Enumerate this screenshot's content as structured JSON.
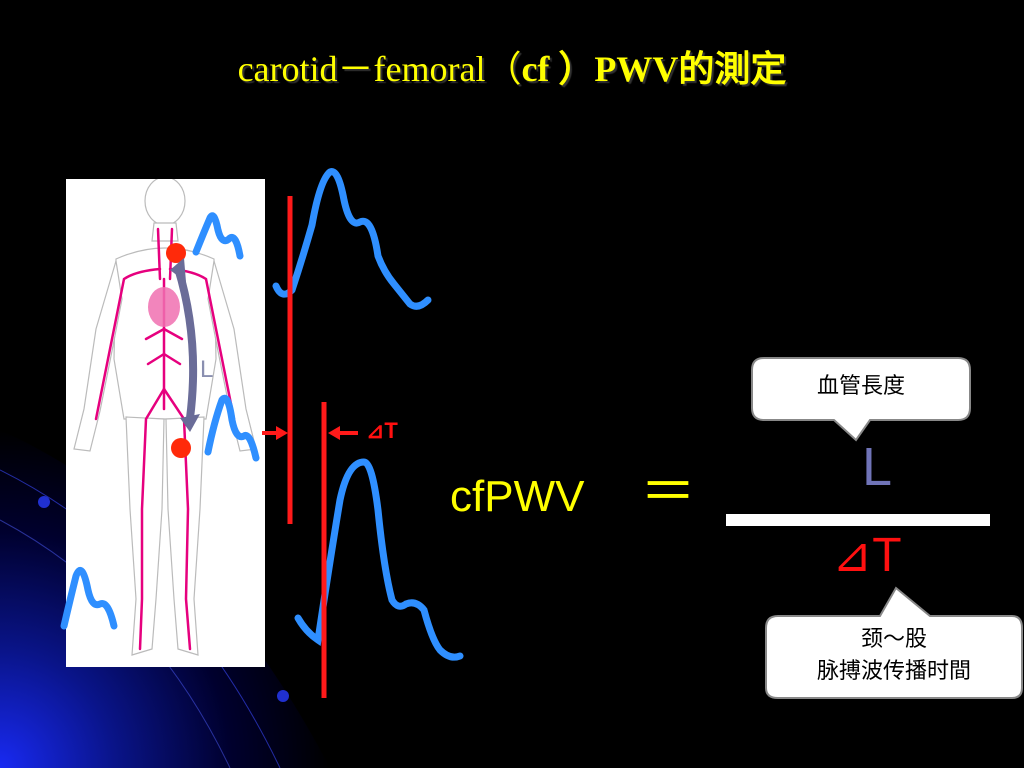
{
  "title": {
    "prefix": "carotid－femoral（",
    "bold_part": "cf ）PWV的測定"
  },
  "diagram": {
    "length_label": "L",
    "delta_t_label": "⊿T"
  },
  "formula": {
    "lhs": "cfPWV",
    "equals": "＝",
    "numerator": "L",
    "denominator": "⊿T"
  },
  "callouts": {
    "numerator_note": "血管長度",
    "denominator_note_line1": "颈～股",
    "denominator_note_line2": "脉搏波传播时間"
  },
  "colors": {
    "background": "#000000",
    "title": "#ffff00",
    "waveform": "#2f8fff",
    "marker": "#ff2020",
    "artery": "#e6007e",
    "numerator": "#7074b8"
  }
}
